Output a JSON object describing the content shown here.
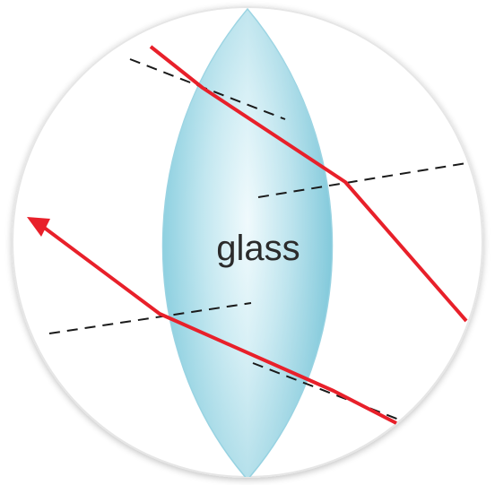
{
  "diagram": {
    "lens_label": "glass",
    "colors": {
      "background": "#ffffff",
      "circle_edge": "#e6e6e6",
      "lens_fill_edge": "#7cc7d9",
      "lens_fill_center": "#f2fbfd",
      "lens_outline": "#9ad3e2",
      "ray": "#e8202a",
      "normal_line": "#1a1a1a"
    },
    "elements": {
      "lens": "converging-lens",
      "rays": [
        "upper-refracted-ray",
        "lower-refracted-ray"
      ],
      "normals": [
        "upper-entry-normal",
        "upper-exit-normal",
        "lower-entry-normal",
        "lower-exit-normal"
      ],
      "arrow": "ray-direction-arrow-icon"
    }
  }
}
